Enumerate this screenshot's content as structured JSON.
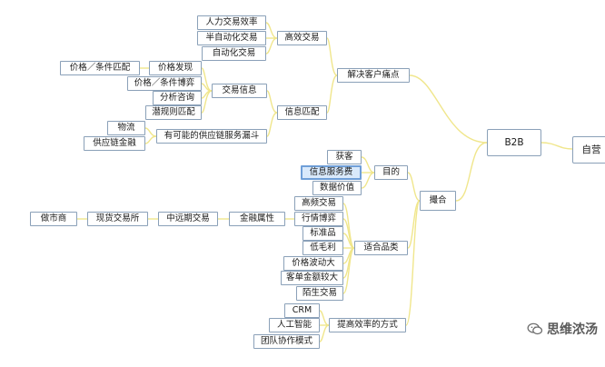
{
  "mindmap": {
    "nodes": {
      "n1": "人力交易效率",
      "n2": "半自动化交易",
      "n3": "自动化交易",
      "n4": "高效交易",
      "n5": "解决客户痛点",
      "n6": "价格／条件匹配",
      "n7": "价格发现",
      "n8": "价格／条件博弈",
      "n9": "分析咨询",
      "n10": "潜规则匹配",
      "n11": "交易信息",
      "n12": "信息匹配",
      "n13": "物流",
      "n14": "供应链金融",
      "n15": "有可能的供应链服务漏斗",
      "n16": "获客",
      "n17": "信息服务费",
      "n18": "数据价值",
      "n19": "目的",
      "n20": "撮合",
      "n21": "B2B",
      "n22": "自营",
      "n23": "做市商",
      "n24": "现货交易所",
      "n25": "中远期交易",
      "n26": "金融属性",
      "n27": "高频交易",
      "n28": "行情博弈",
      "n29": "标准品",
      "n30": "低毛利",
      "n31": "价格波动大",
      "n32": "客单金额较大",
      "n33": "陌生交易",
      "n34": "适合品类",
      "n35": "CRM",
      "n36": "人工智能",
      "n37": "团队协作模式",
      "n38": "提高效率的方式"
    }
  },
  "watermark": {
    "text": "思维浓汤",
    "icon": "wechat-icon"
  },
  "colors": {
    "connector": "#f0e68c",
    "border": "#8aa0b8",
    "highlight": "#d9e9fb"
  }
}
